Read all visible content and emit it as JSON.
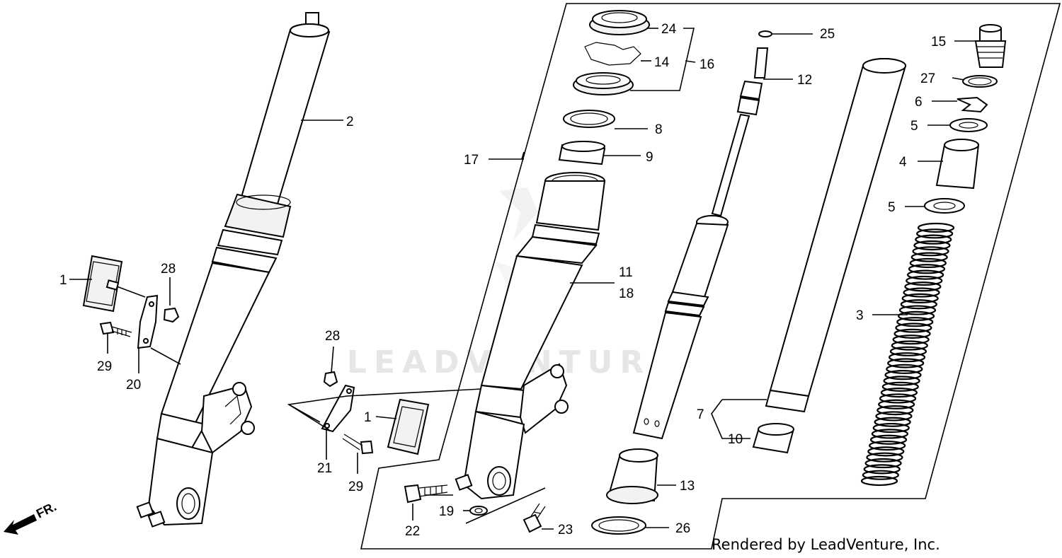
{
  "diagram": {
    "watermark": "LEADVENTURE",
    "credit": "Rendered by LeadVenture, Inc.",
    "direction_label": "FR.",
    "callouts": [
      {
        "id": "c1a",
        "text": "1"
      },
      {
        "id": "c2",
        "text": "2"
      },
      {
        "id": "c28a",
        "text": "28"
      },
      {
        "id": "c29a",
        "text": "29"
      },
      {
        "id": "c20",
        "text": "20"
      },
      {
        "id": "c28b",
        "text": "28"
      },
      {
        "id": "c1b",
        "text": "1"
      },
      {
        "id": "c21",
        "text": "21"
      },
      {
        "id": "c29b",
        "text": "29"
      },
      {
        "id": "c22",
        "text": "22"
      },
      {
        "id": "c19",
        "text": "19"
      },
      {
        "id": "c23",
        "text": "23"
      },
      {
        "id": "c17",
        "text": "17"
      },
      {
        "id": "c24",
        "text": "24"
      },
      {
        "id": "c14",
        "text": "14"
      },
      {
        "id": "c16",
        "text": "16"
      },
      {
        "id": "c8",
        "text": "8"
      },
      {
        "id": "c9",
        "text": "9"
      },
      {
        "id": "c11",
        "text": "11"
      },
      {
        "id": "c18",
        "text": "18"
      },
      {
        "id": "c25",
        "text": "25"
      },
      {
        "id": "c12",
        "text": "12"
      },
      {
        "id": "c13",
        "text": "13"
      },
      {
        "id": "c26",
        "text": "26"
      },
      {
        "id": "c15",
        "text": "15"
      },
      {
        "id": "c27",
        "text": "27"
      },
      {
        "id": "c6",
        "text": "6"
      },
      {
        "id": "c5a",
        "text": "5"
      },
      {
        "id": "c4",
        "text": "4"
      },
      {
        "id": "c5b",
        "text": "5"
      },
      {
        "id": "c3",
        "text": "3"
      },
      {
        "id": "c7",
        "text": "7"
      },
      {
        "id": "c10",
        "text": "10"
      }
    ]
  }
}
